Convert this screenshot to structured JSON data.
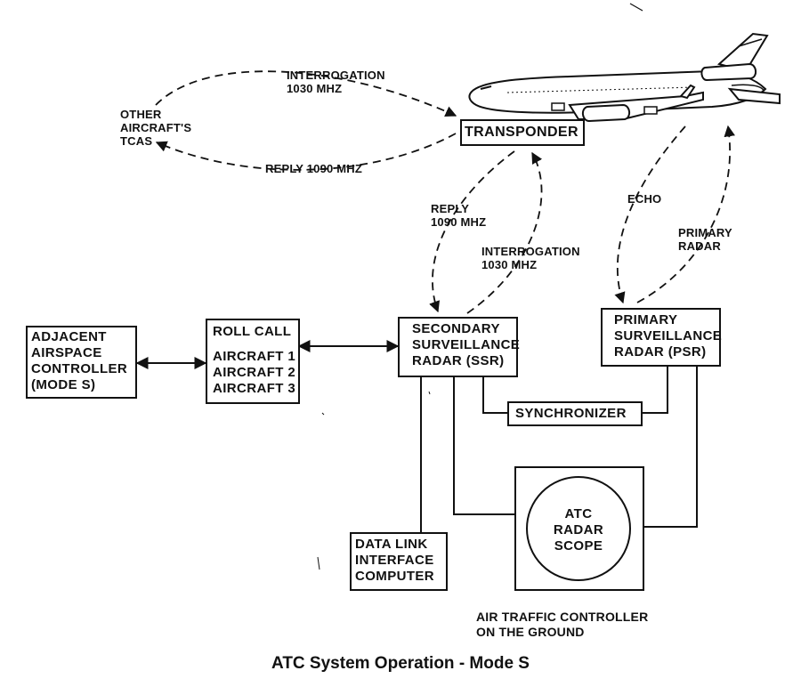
{
  "title": "ATC System Operation - Mode S",
  "signals": {
    "tcas_interrogation": [
      "INTERROGATION",
      "1030 MHZ"
    ],
    "tcas_reply": "REPLY 1090 MHZ",
    "other_aircraft": [
      "OTHER",
      "AIRCRAFT'S",
      "TCAS"
    ],
    "ssr_reply": [
      "REPLY",
      "1090 MHZ"
    ],
    "ssr_interrogation": [
      "INTERROGATION",
      "1030 MHZ"
    ],
    "echo": "ECHO",
    "primary_radar": [
      "PRIMARY",
      "RADAR"
    ]
  },
  "blocks": {
    "transponder": "TRANSPONDER",
    "adjacent": [
      "ADJACENT",
      "AIRSPACE",
      "CONTROLLER",
      "(MODE S)"
    ],
    "roll_call": [
      "ROLL CALL",
      "",
      "AIRCRAFT 1",
      "AIRCRAFT 2",
      "AIRCRAFT 3"
    ],
    "ssr": [
      "SECONDARY",
      "SURVEILLANCE",
      "RADAR (SSR)"
    ],
    "psr": [
      "PRIMARY",
      "SURVEILLANCE",
      "RADAR (PSR)"
    ],
    "synchronizer": "SYNCHRONIZER",
    "datalink": [
      "DATA LINK",
      "INTERFACE",
      "COMPUTER"
    ],
    "scope": [
      "ATC",
      "RADAR",
      "SCOPE"
    ]
  },
  "ground_label": [
    "AIR TRAFFIC CONTROLLER",
    "ON THE GROUND"
  ],
  "icons": {
    "aircraft": "aircraft-icon",
    "radar_scope": "radar-scope-icon"
  }
}
